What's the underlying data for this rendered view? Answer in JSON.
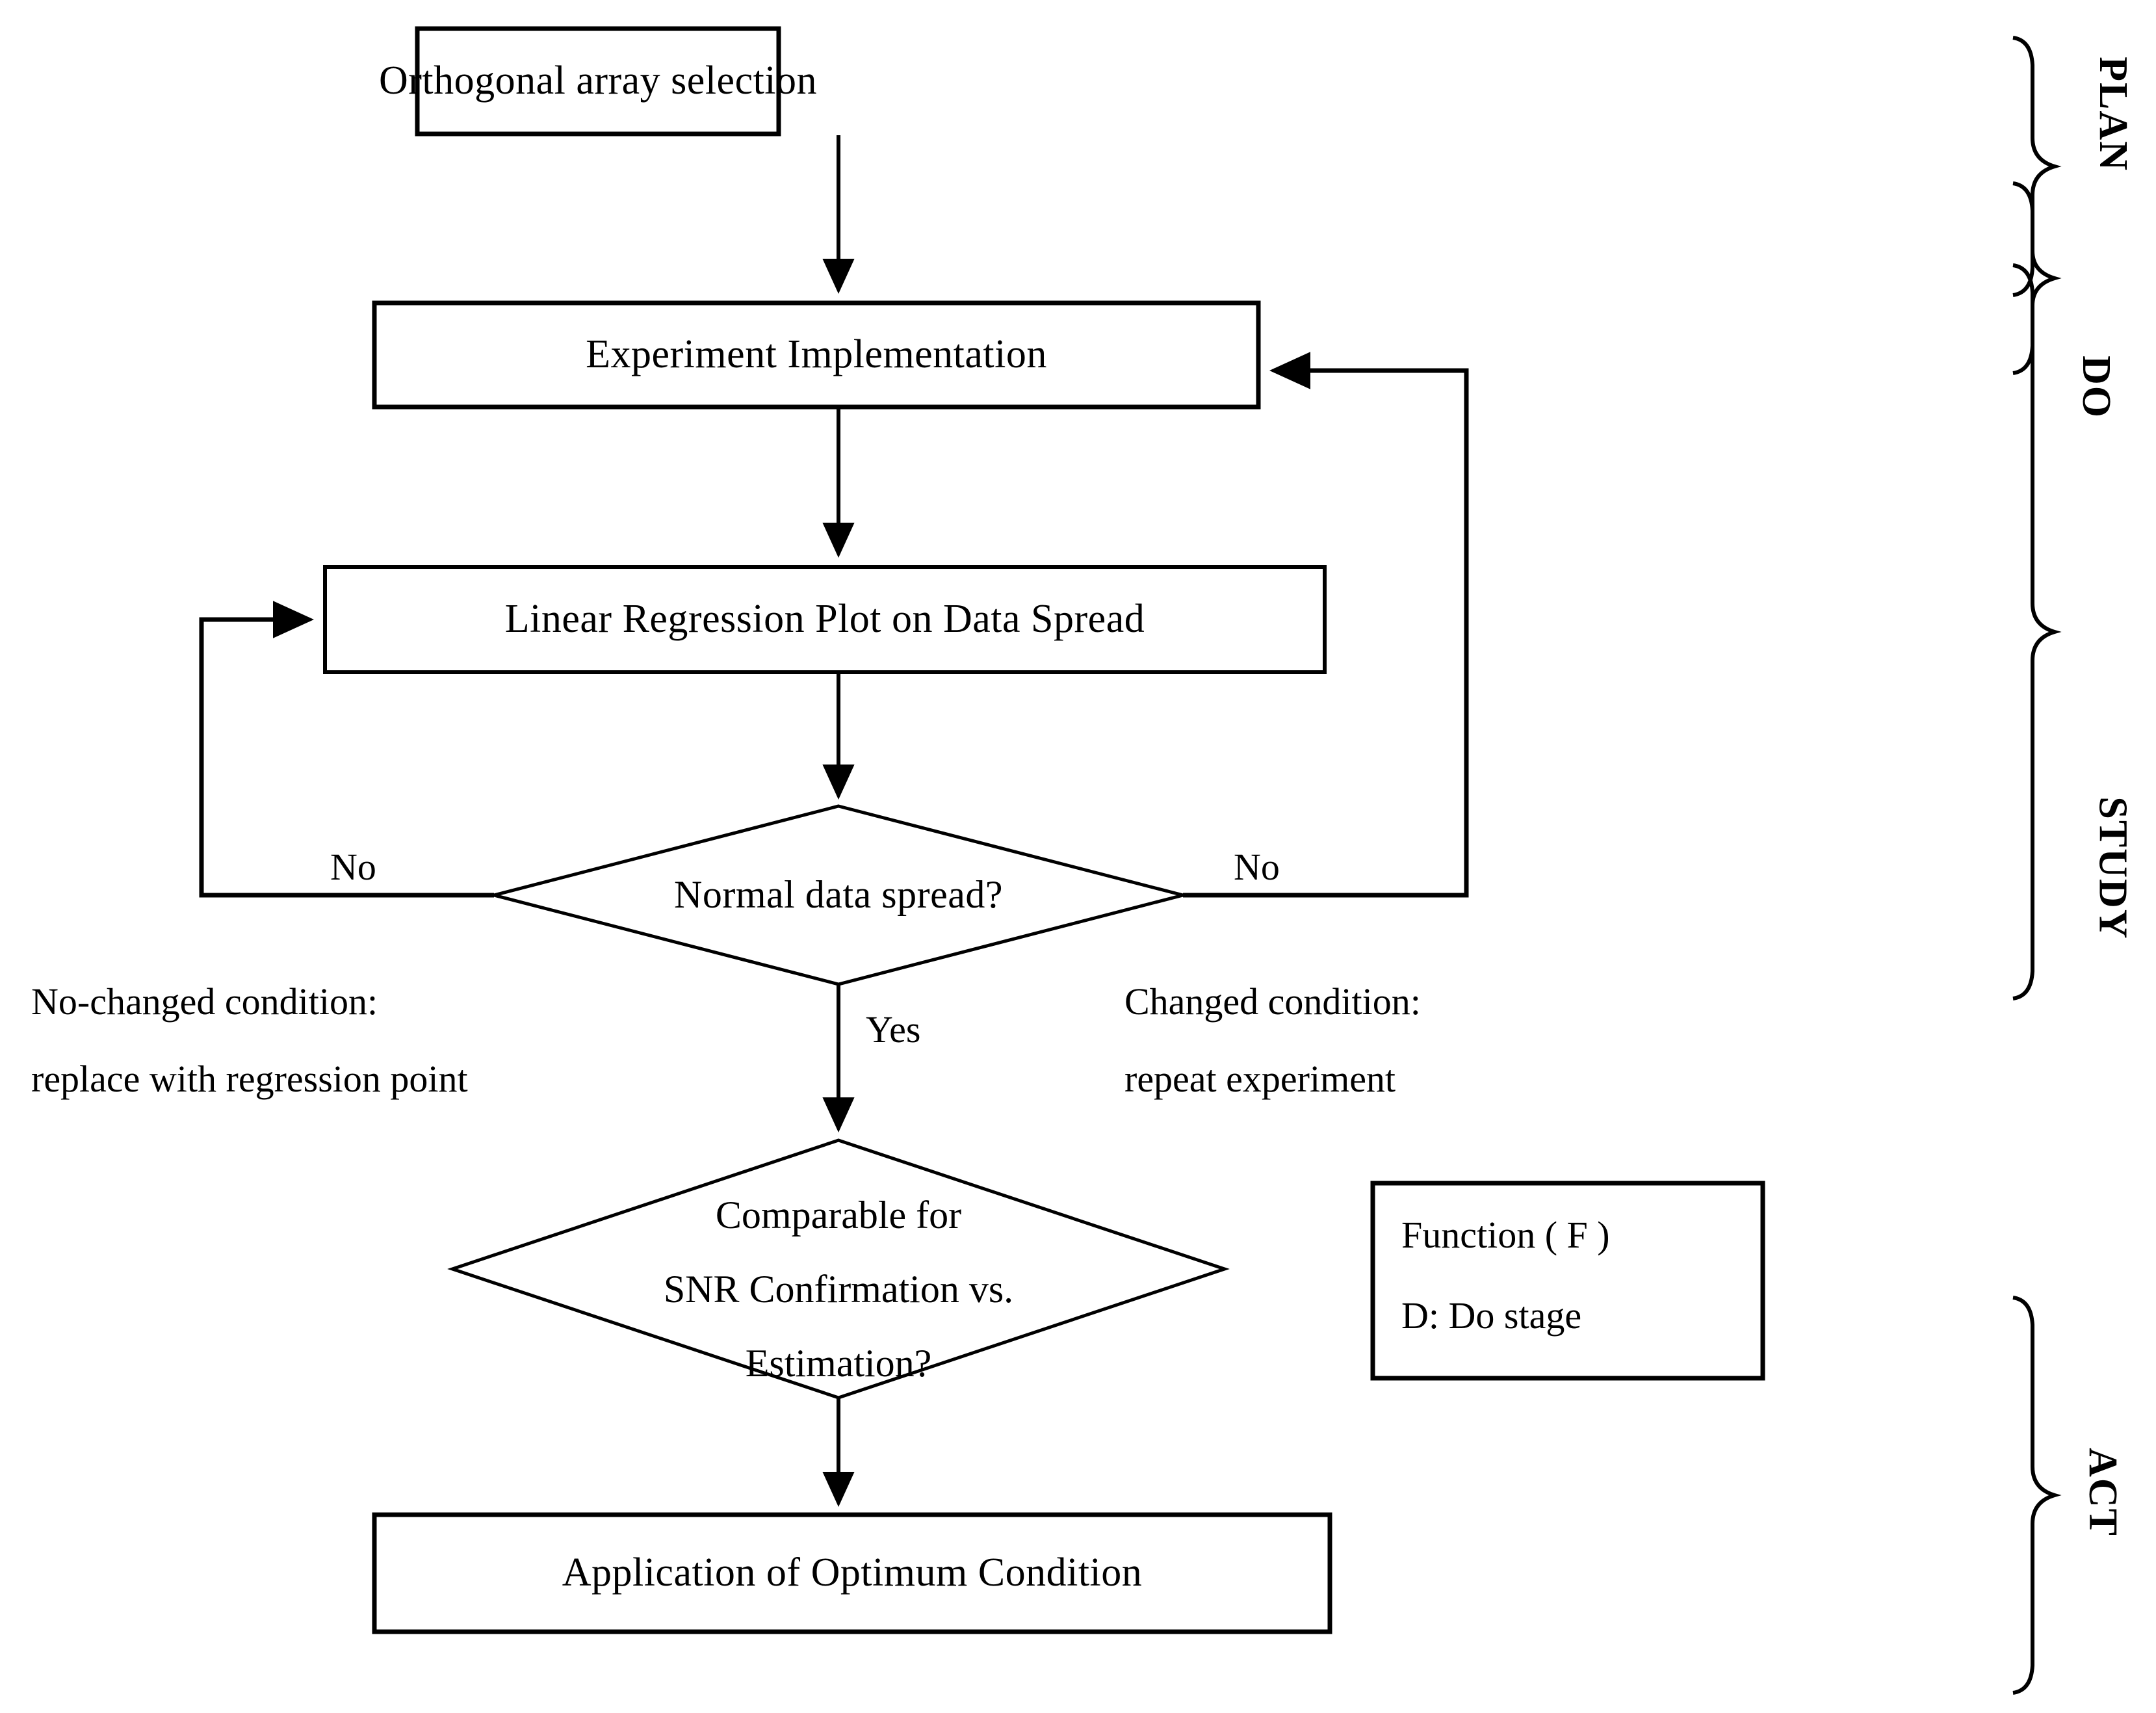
{
  "diagram": {
    "title": "PDCA Taguchi experiment flowchart",
    "accent": "#000000",
    "background": "#ffffff"
  },
  "nodes": {
    "orthogonal_array": {
      "label": "Orthogonal array selection",
      "shape": "process"
    },
    "experiment": {
      "label": "Experiment Implementation",
      "shape": "process"
    },
    "regression": {
      "label": "Linear Regression Plot on Data Spread",
      "shape": "process"
    },
    "normal_spread": {
      "label": "Normal data spread?",
      "shape": "decision"
    },
    "comparable": {
      "shape": "decision",
      "line1": "Comparable for",
      "line2": "SNR Confirmation vs.",
      "line3": "Estimation?"
    },
    "optimum": {
      "label": "Application of Optimum Condition",
      "shape": "process"
    }
  },
  "edge_labels": {
    "no_left": "No",
    "no_right": "No",
    "yes": "Yes"
  },
  "annotations": {
    "left": {
      "line1": "No-changed condition:",
      "line2": "replace with regression  point"
    },
    "right": {
      "line1": "Changed condition:",
      "line2": "repeat experiment"
    }
  },
  "legend": {
    "line1": "Function ( F )",
    "line2": "D: Do stage"
  },
  "stages": [
    {
      "id": "plan",
      "label": "PLAN"
    },
    {
      "id": "do",
      "label": "DO"
    },
    {
      "id": "study",
      "label": "STUDY"
    },
    {
      "id": "act",
      "label": "ACT"
    }
  ]
}
